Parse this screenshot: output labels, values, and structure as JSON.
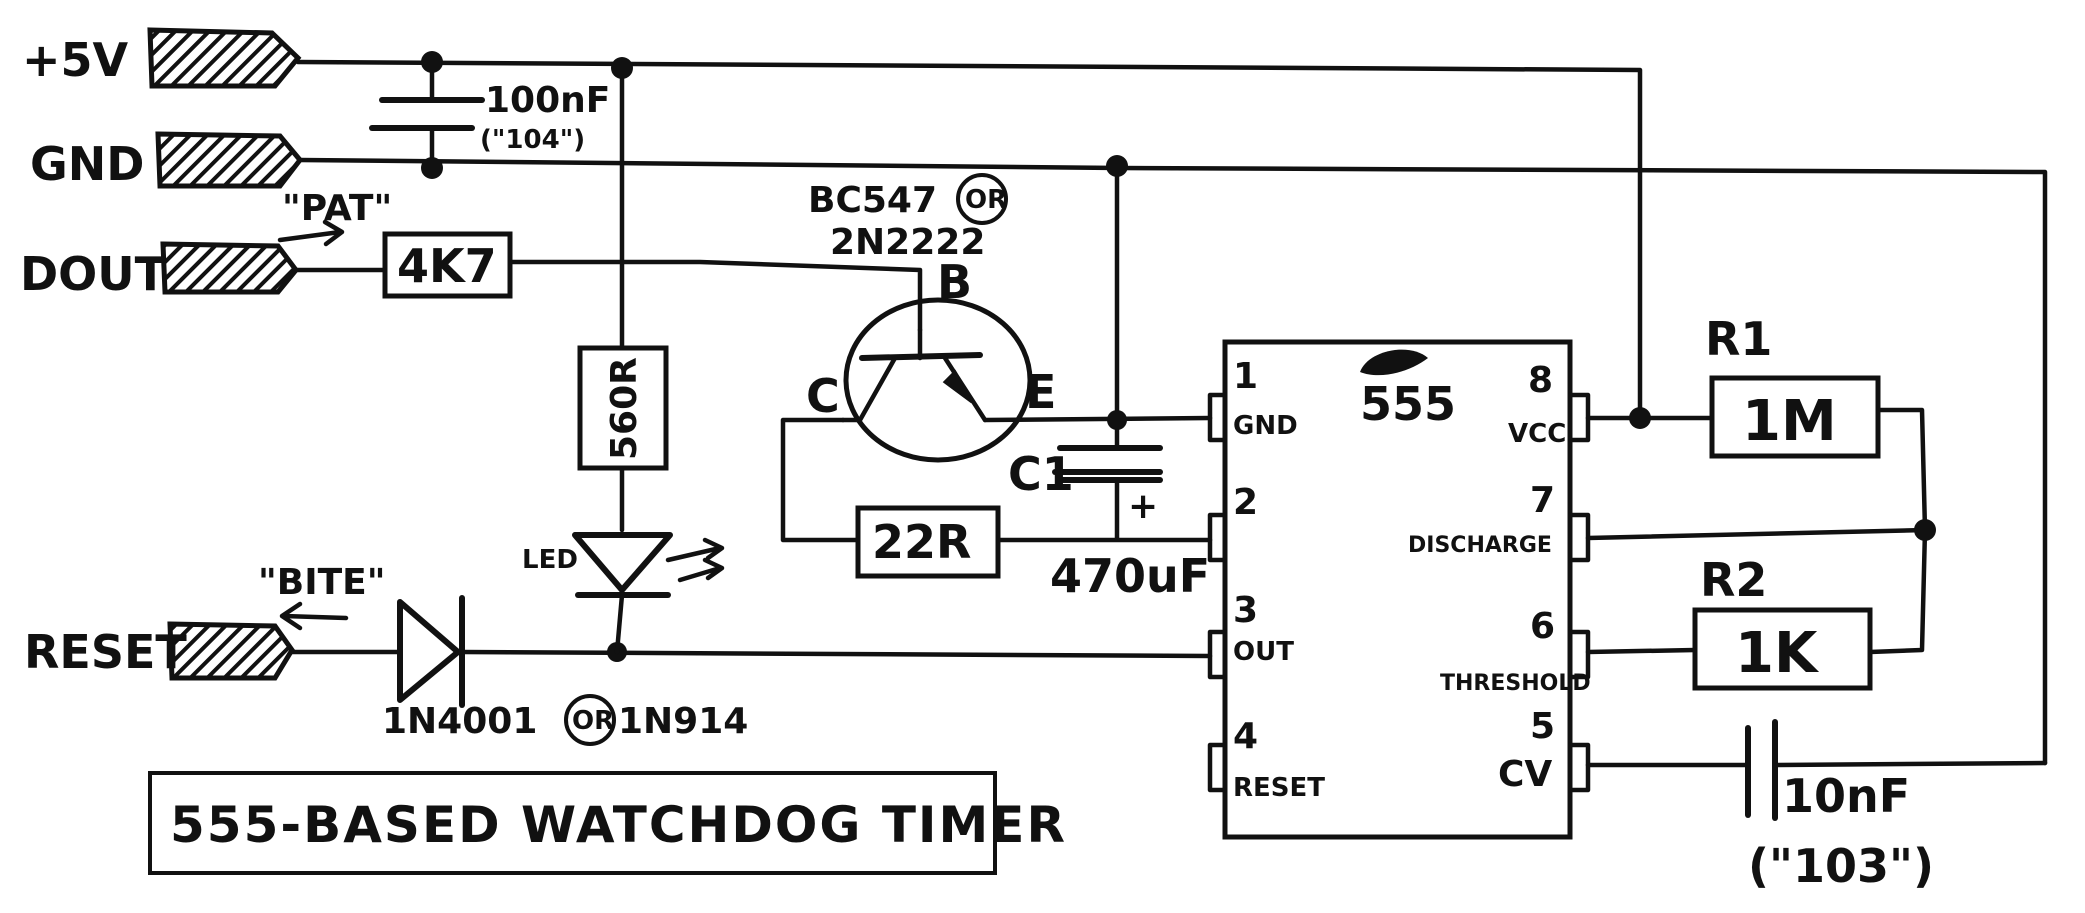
{
  "connectors": {
    "vcc": "+5V",
    "gnd": "GND",
    "dout": "DOUT",
    "reset": "RESET"
  },
  "signals": {
    "pat": "\"PAT\"",
    "bite": "\"BITE\""
  },
  "components": {
    "decoupling_cap": {
      "value": "100nF",
      "code": "(\"104\")"
    },
    "base_resistor": {
      "value": "4K7"
    },
    "transistor": {
      "part": "BC547",
      "alt": "OR",
      "part_alt": "2N2222",
      "pin_b": "B",
      "pin_c": "C",
      "pin_e": "E"
    },
    "led_resistor": {
      "value": "560R"
    },
    "led": {
      "label": "LED"
    },
    "discharge_resistor": {
      "value": "22R"
    },
    "timing_cap": {
      "ref": "C1",
      "value": "470uF",
      "polarity": "+"
    },
    "diode": {
      "part": "1N4001",
      "alt": "OR",
      "part_alt": "1N914"
    },
    "r1": {
      "ref": "R1",
      "value": "1M"
    },
    "r2": {
      "ref": "R2",
      "value": "1K"
    },
    "cv_cap": {
      "value": "10nF",
      "code": "(\"103\")"
    }
  },
  "ic": {
    "name": "555",
    "pins": [
      {
        "num": "1",
        "name": "GND"
      },
      {
        "num": "2",
        "name": ""
      },
      {
        "num": "3",
        "name": "OUT"
      },
      {
        "num": "4",
        "name": "RESET"
      },
      {
        "num": "8",
        "name": "VCC"
      },
      {
        "num": "7",
        "name": "DISCHARGE"
      },
      {
        "num": "6",
        "name": "THRESHOLD"
      },
      {
        "num": "5",
        "name": "CV"
      }
    ]
  },
  "title": "555-BASED WATCHDOG TIMER"
}
